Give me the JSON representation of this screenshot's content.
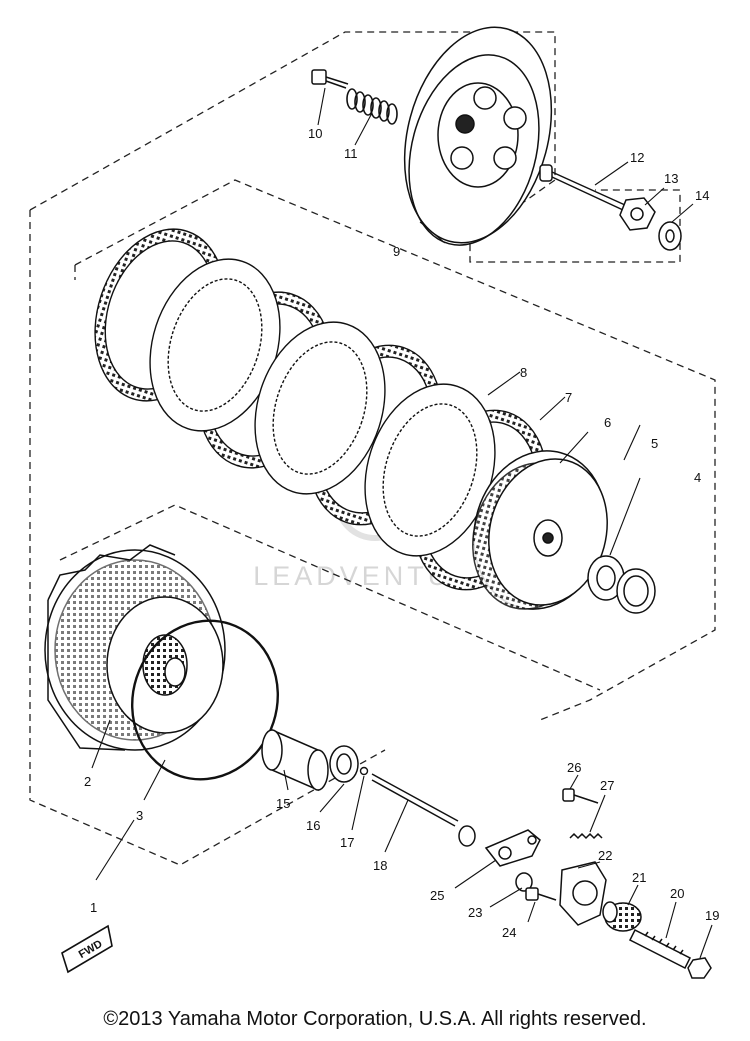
{
  "diagram": {
    "callouts": [
      "1",
      "2",
      "3",
      "4",
      "5",
      "6",
      "7",
      "8",
      "9",
      "10",
      "11",
      "12",
      "13",
      "14",
      "15",
      "16",
      "17",
      "18",
      "19",
      "20",
      "21",
      "22",
      "23",
      "24",
      "25",
      "26",
      "27"
    ],
    "fwd_label": "FWD",
    "watermark": "LEADVENTURE",
    "copyright": "©2013 Yamaha Motor Corporation, U.S.A. All rights reserved."
  }
}
